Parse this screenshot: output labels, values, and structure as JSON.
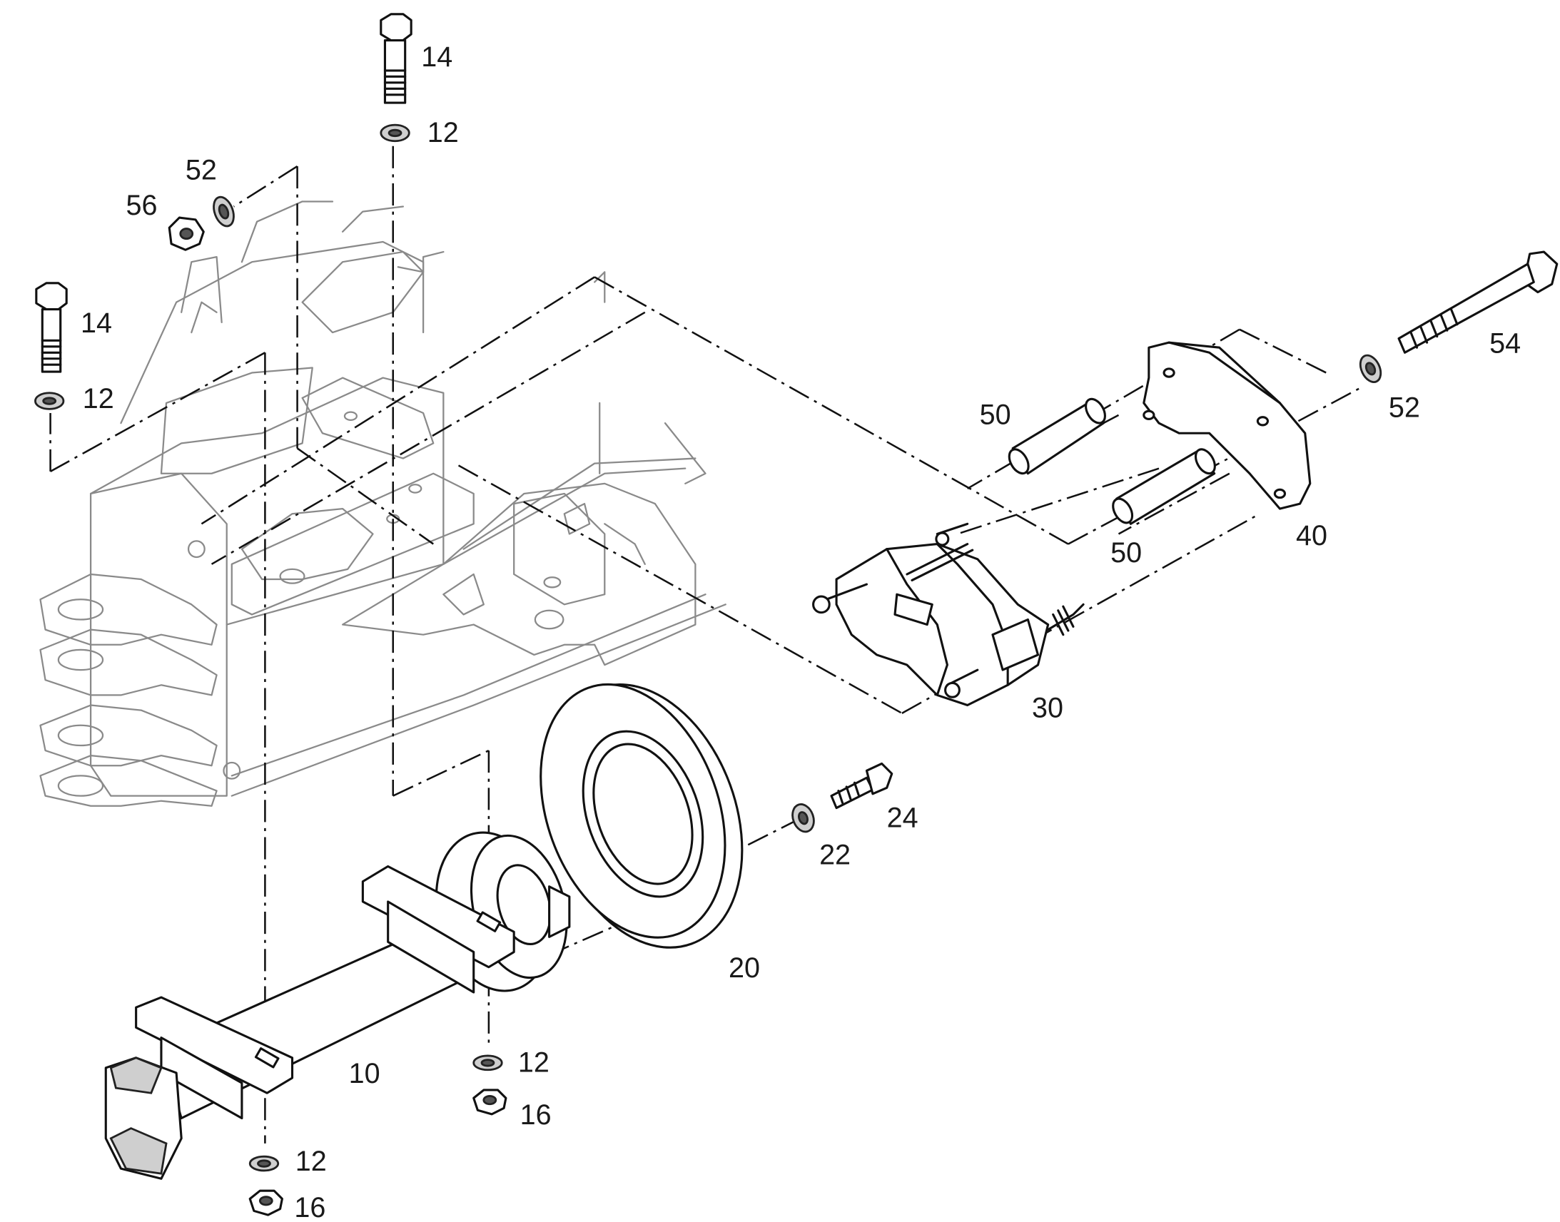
{
  "diagram": {
    "callouts": [
      {
        "id": "c14a",
        "text": "14"
      },
      {
        "id": "c12a",
        "text": "12"
      },
      {
        "id": "c52a",
        "text": "52"
      },
      {
        "id": "c56",
        "text": "56"
      },
      {
        "id": "c14b",
        "text": "14"
      },
      {
        "id": "c12b",
        "text": "12"
      },
      {
        "id": "c54",
        "text": "54"
      },
      {
        "id": "c52b",
        "text": "52"
      },
      {
        "id": "c50a",
        "text": "50"
      },
      {
        "id": "c50b",
        "text": "50"
      },
      {
        "id": "c40",
        "text": "40"
      },
      {
        "id": "c30",
        "text": "30"
      },
      {
        "id": "c24",
        "text": "24"
      },
      {
        "id": "c22",
        "text": "22"
      },
      {
        "id": "c20",
        "text": "20"
      },
      {
        "id": "c10",
        "text": "10"
      },
      {
        "id": "c12c",
        "text": "12"
      },
      {
        "id": "c16a",
        "text": "16"
      },
      {
        "id": "c12d",
        "text": "12"
      },
      {
        "id": "c16b",
        "text": "16"
      }
    ]
  }
}
